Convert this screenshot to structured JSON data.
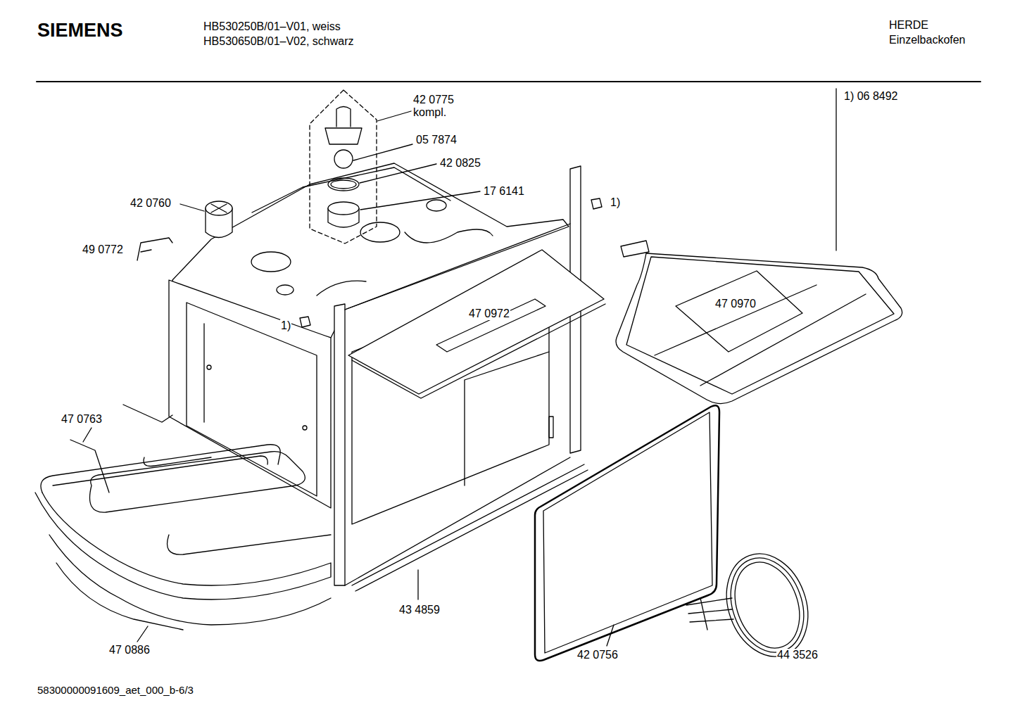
{
  "diagram": {
    "labels": [
      "SIEMENS",
      "HB530250B/01–V01, weiss",
      "HB530650B/01–V02, schwarz",
      "HERDE",
      "Einzelbackofen",
      "1) 06 8492",
      "42 0775 kompl.",
      "05 7874",
      "42 0825",
      "17 6141",
      "42 0760",
      "49 0772",
      "1)",
      "1)",
      "47 0972",
      "47 0970",
      "47 0763",
      "43 4859",
      "47 0886",
      "42 0756",
      "44 3526",
      "58300000091609_aet_000_b-6/3"
    ]
  }
}
